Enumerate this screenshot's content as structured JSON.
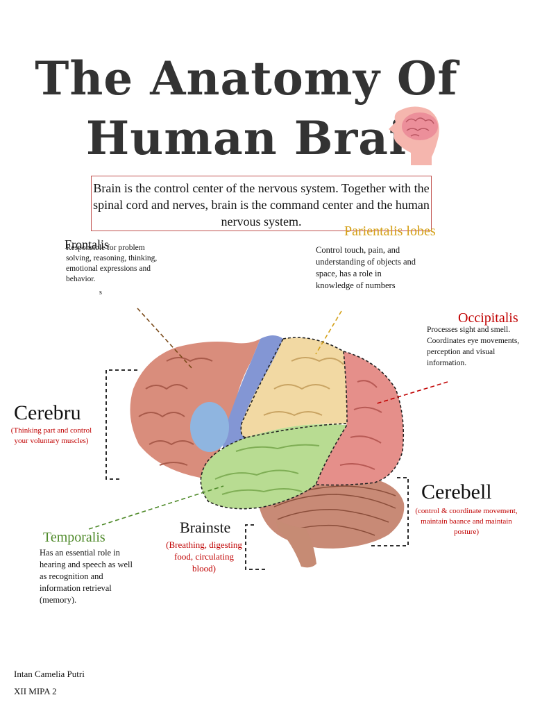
{
  "title": {
    "line1": "The Anatomy Of",
    "line2": "Human Brai"
  },
  "intro": "Brain is the control center of the nervous system. Together with the spinal cord and nerves, brain is the command center and the human nervous system.",
  "parts": {
    "frontalis": {
      "label": "Frontalis",
      "description": "Responsible for problem solving, reasoning, thinking, emotional expressions and behavior.",
      "stray": "s",
      "color": "#c0504d"
    },
    "parietalis": {
      "label": "Parientalis lobes",
      "description": "Control touch, pain, and understanding of objects and space, has a role in knowledge of numbers",
      "color": "#d4a017"
    },
    "occipitalis": {
      "label": "Occipitalis",
      "description": "Processes sight and smell. Coordinates eye movements, perception and visual information.",
      "color": "#c00000"
    },
    "cerebrum": {
      "label": "Cerebru",
      "description": "(Thinking part and control your voluntary muscles)"
    },
    "cerebellum": {
      "label": "Cerebell",
      "description": "(control & coordinate movement, maintain baance and maintain posture)"
    },
    "brainstem": {
      "label": "Brainste",
      "description": "(Breathing, digesting food, circulating blood)"
    },
    "temporalis": {
      "label": "Temporalis",
      "description": "Has an essential role in hearing and speech as well as recognition and information retrieval (memory).",
      "color": "#4f8a2a"
    }
  },
  "author": {
    "name": "Intan Camelia Putri",
    "class": "XII MIPA 2"
  },
  "icons": {
    "head": "head-brain-icon",
    "brain": "brain-illustration"
  }
}
